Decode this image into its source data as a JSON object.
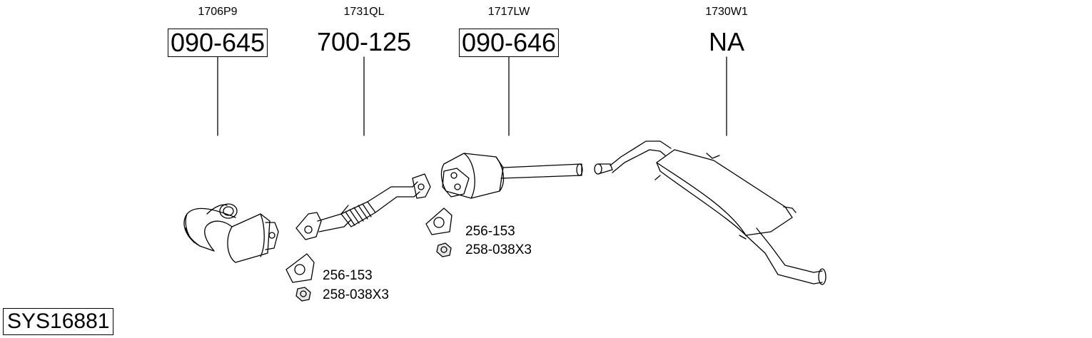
{
  "parts": [
    {
      "oe": "1706P9",
      "number": "090-645",
      "boxed": true
    },
    {
      "oe": "1731QL",
      "number": "700-125",
      "boxed": false
    },
    {
      "oe": "1717LW",
      "number": "090-646",
      "boxed": true
    },
    {
      "oe": "1730W1",
      "number": "NA",
      "boxed": false
    }
  ],
  "accessories": [
    {
      "gasket": "256-153",
      "nut": "258-038X3"
    },
    {
      "gasket": "256-153",
      "nut": "258-038X3"
    }
  ],
  "system_id": "SYS16881"
}
